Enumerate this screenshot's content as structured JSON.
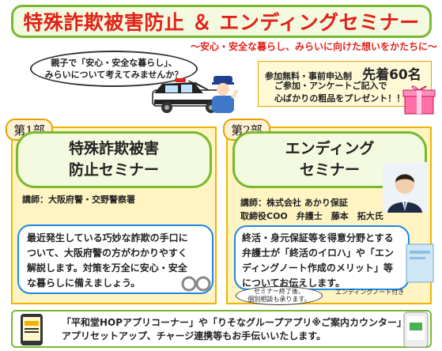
{
  "header": {
    "title": "特殊詐欺被害防止 ＆ エンディングセミナー",
    "subtitle": "～安心・安全な暮らし、みらいに向けた想いをかたちに～"
  },
  "intro_bubble": {
    "line1": "親子で「安心・安全な暮らし」、",
    "line2": "みらいについて考えてみませんか？"
  },
  "admission": {
    "free_label": "参加無料・事前申込制",
    "limit_label": "先着60名",
    "line1": "ご参加・アンケートご記入で",
    "line2": "心ばかりの粗品をプレゼント！！"
  },
  "part1": {
    "badge": "第1部",
    "title_line1": "特殊詐欺被害",
    "title_line2": "防止セミナー",
    "instructor": "講師：大阪府警・交野警察署",
    "desc_line1": "最近発生している巧妙な詐欺の手口に",
    "desc_line2": "ついて、大阪府警の方がわかりやすく",
    "desc_line3": "解説します。対策を万全に安心・安全",
    "desc_line4": "な暮らしに備えましょう。"
  },
  "part2": {
    "badge": "第2部",
    "title_line1": "エンディング",
    "title_line2": "セミナー",
    "instructor_line1": "講師：株式会社 あかり保証",
    "instructor_line2": "取締役COO　弁護士　藤本　拓大氏",
    "desc_line1": "終活・身元保証等を得意分野とする",
    "desc_line2": "弁護士が「終活のイロハ」や「エン",
    "desc_line3": "ディングノート作成のメリット」等",
    "desc_line4": "についてお伝えします。",
    "note_line1": "セミナー終了後、",
    "note_line2": "個別相談も承ります。",
    "ending_note_label": "エンディングノート付き"
  },
  "footer": {
    "line1": "「平和堂HOPアプリコーナー」や「りそなグループアプリ※ご案内カウンター」で",
    "line2": "アプリセットアップ、チャージ連携等もお手伝いいたします。"
  },
  "colors": {
    "title_red": "#e2231a",
    "green_border": "#79b930",
    "gold_border": "#f0b400",
    "blue_border": "#1e88e5"
  }
}
